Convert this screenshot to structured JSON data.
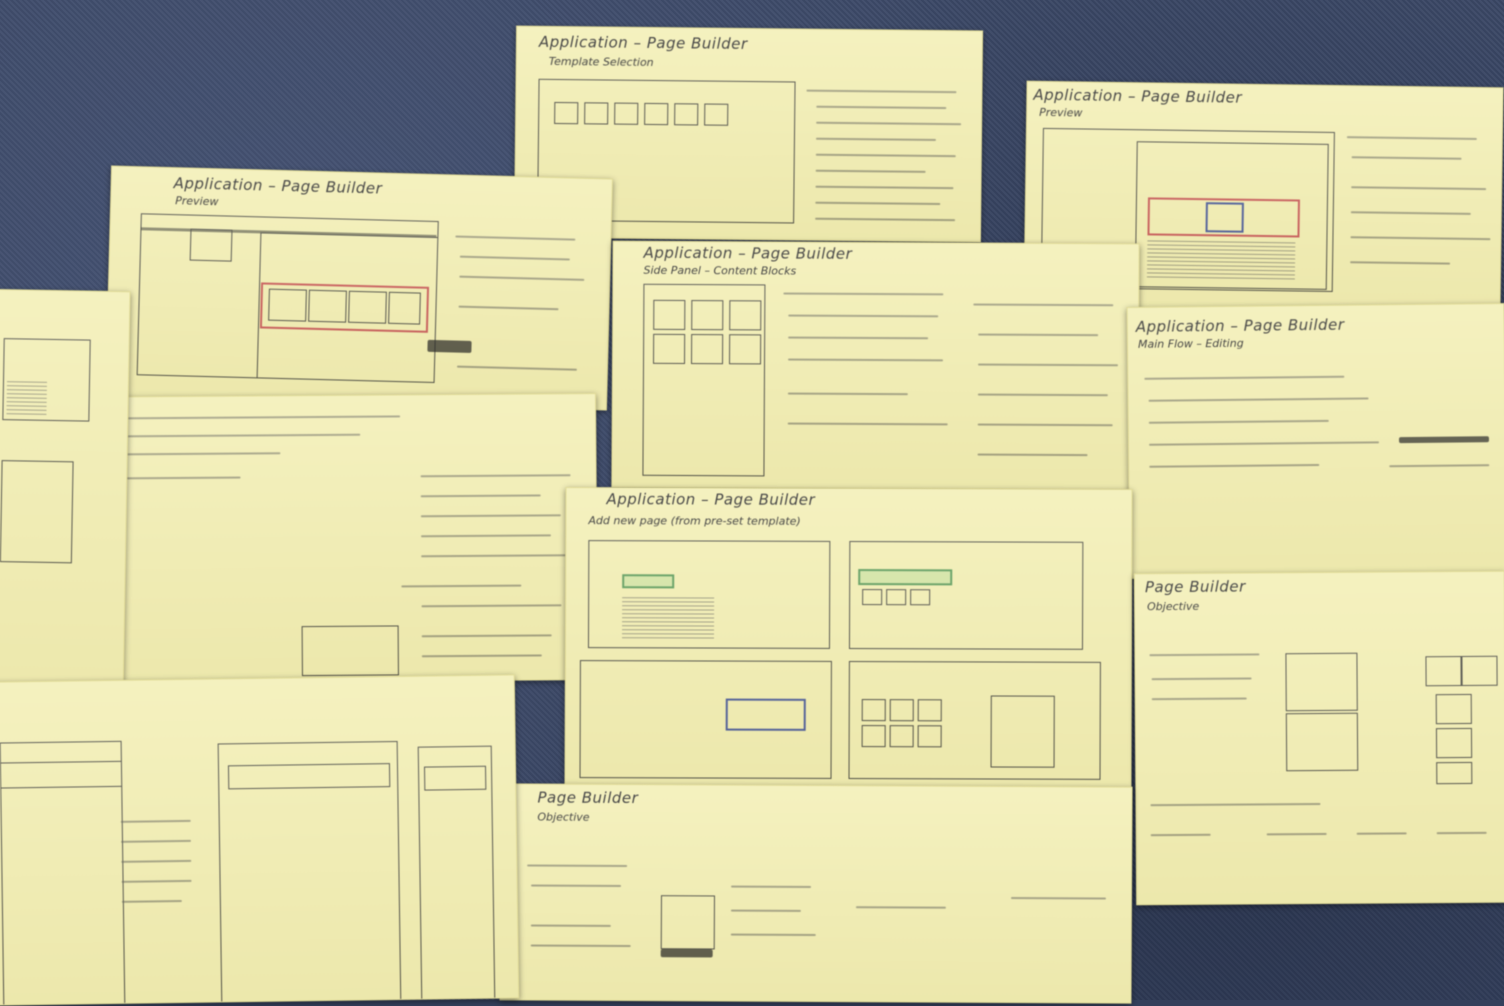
{
  "scene": "Photo of paper wireframe sketches laid out on a blue carpet",
  "sheets": [
    {
      "title": "Application – Page Builder",
      "subtitle": "Template Selection"
    },
    {
      "title": "Application – Page Builder",
      "subtitle": "Preview"
    },
    {
      "title": "Application – Page Builder",
      "subtitle": "Preview"
    },
    {
      "title": "Application – Page Builder",
      "subtitle": "Side Panel – Content Blocks"
    },
    {
      "title": "Application – Page Builder",
      "subtitle": "Main Flow – Editing"
    },
    {
      "title": "Application – Page Builder",
      "subtitle": "Add new page (from pre-set template)"
    },
    {
      "title": "Page Builder",
      "subtitle": "Objective"
    },
    {
      "title": "Page Builder",
      "subtitle": "Objective"
    }
  ]
}
